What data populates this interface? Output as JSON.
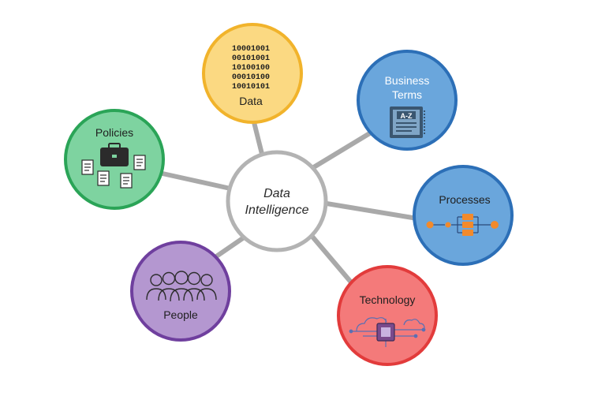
{
  "hub": {
    "line1": "Data",
    "line2": "Intelligence"
  },
  "nodes": {
    "data": {
      "label": "Data",
      "binary": [
        "10001001",
        "00101001",
        "10100100",
        "00010100",
        "10010101"
      ],
      "fill": "#fbd982",
      "stroke": "#f1b32b",
      "icon": "binary-code-icon"
    },
    "business_terms": {
      "line1": "Business",
      "line2": "Terms",
      "glyph": "A-Z",
      "fill": "#6aa6dc",
      "stroke": "#2c6fb7",
      "icon": "glossary-book-icon"
    },
    "processes": {
      "label": "Processes",
      "fill": "#6aa6dc",
      "stroke": "#2c6fb7",
      "icon": "process-flow-icon"
    },
    "technology": {
      "label": "Technology",
      "fill": "#f47a7a",
      "stroke": "#e23b3b",
      "icon": "cloud-chip-icon"
    },
    "people": {
      "label": "People",
      "fill": "#b497d0",
      "stroke": "#6f3f9e",
      "icon": "people-group-icon"
    },
    "policies": {
      "label": "Policies",
      "fill": "#7ed3a0",
      "stroke": "#2aa457",
      "icon": "briefcase-documents-icon"
    }
  },
  "connector_color": "#a9a9a9"
}
